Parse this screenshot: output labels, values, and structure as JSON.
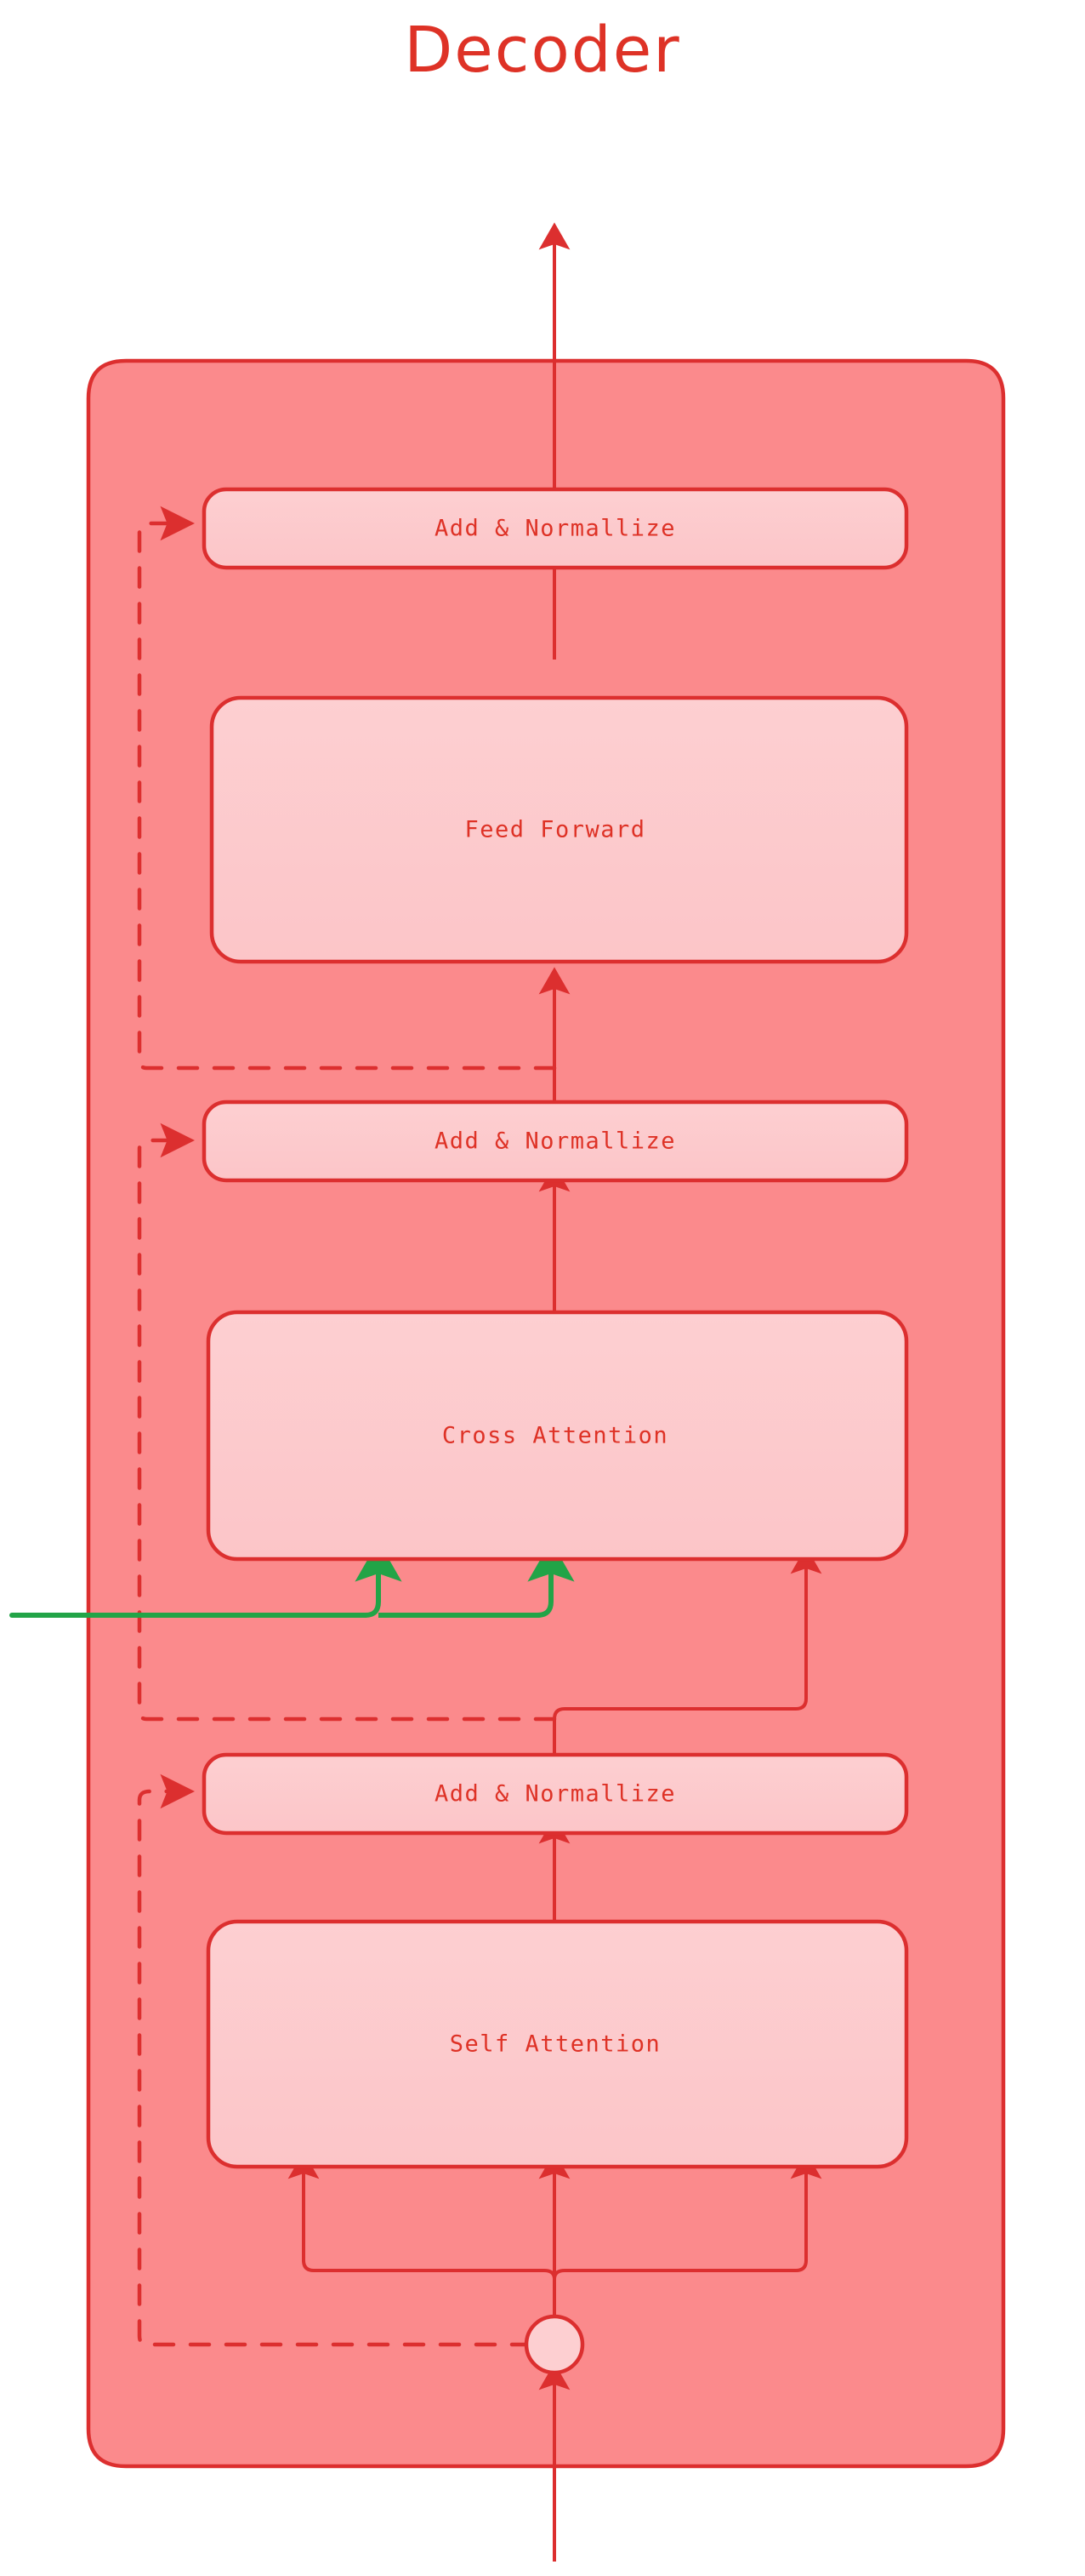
{
  "page": {
    "title": "Decoder",
    "background": "#ffffff"
  },
  "colors": {
    "accent_red": "#DE3226",
    "stroke_red": "#DC2F2F",
    "block_fill": "#FB8A8C",
    "box_fill": "#FDC9CB",
    "arrow_green": "#22A447",
    "title_red": "#DE3226"
  },
  "diagram": {
    "type": "transformer-decoder-block",
    "container_label": "Decoder",
    "blocks": [
      {
        "id": "add-norm-top",
        "label": "Add & Normallize",
        "shape": "rounded-rect",
        "size": "short"
      },
      {
        "id": "feed-forward",
        "label": "Feed Forward",
        "shape": "rounded-rect",
        "size": "tall"
      },
      {
        "id": "add-norm-mid",
        "label": "Add & Normallize",
        "shape": "rounded-rect",
        "size": "short"
      },
      {
        "id": "cross-attention",
        "label": "Cross Attention",
        "shape": "rounded-rect",
        "size": "tall"
      },
      {
        "id": "add-norm-bottom",
        "label": "Add & Normallize",
        "shape": "rounded-rect",
        "size": "short"
      },
      {
        "id": "self-attention",
        "label": "Self Attention",
        "shape": "rounded-rect",
        "size": "tall"
      },
      {
        "id": "input-node",
        "label": "",
        "shape": "circle",
        "size": "node"
      }
    ],
    "connections": [
      {
        "id": "input-arrow",
        "from": "outside-bottom",
        "to": "input-node",
        "style": "solid",
        "color": "#DC2F2F"
      },
      {
        "id": "node-to-self-attn-q",
        "from": "input-node",
        "to": "self-attention",
        "style": "solid",
        "color": "#DC2F2F"
      },
      {
        "id": "node-to-self-attn-k",
        "from": "input-node",
        "to": "self-attention",
        "style": "solid",
        "color": "#DC2F2F"
      },
      {
        "id": "node-to-self-attn-v",
        "from": "input-node",
        "to": "self-attention",
        "style": "solid",
        "color": "#DC2F2F"
      },
      {
        "id": "residual-bottom",
        "from": "input-node",
        "to": "add-norm-bottom",
        "style": "dashed",
        "color": "#DC2F2F"
      },
      {
        "id": "self-attn-to-add-norm",
        "from": "self-attention",
        "to": "add-norm-bottom",
        "style": "solid",
        "color": "#DC2F2F"
      },
      {
        "id": "add-norm-to-cross-attn",
        "from": "add-norm-bottom",
        "to": "cross-attention",
        "style": "solid",
        "color": "#DC2F2F"
      },
      {
        "id": "residual-mid",
        "from": "add-norm-bottom",
        "to": "add-norm-mid",
        "style": "dashed",
        "color": "#DC2F2F"
      },
      {
        "id": "encoder-kv-k",
        "from": "encoder-output",
        "to": "cross-attention",
        "style": "solid",
        "color": "#22A447"
      },
      {
        "id": "encoder-kv-v",
        "from": "encoder-output",
        "to": "cross-attention",
        "style": "solid",
        "color": "#22A447"
      },
      {
        "id": "cross-attn-to-add-norm",
        "from": "cross-attention",
        "to": "add-norm-mid",
        "style": "solid",
        "color": "#DC2F2F"
      },
      {
        "id": "add-norm-to-ff",
        "from": "add-norm-mid",
        "to": "feed-forward",
        "style": "solid",
        "color": "#DC2F2F"
      },
      {
        "id": "residual-top",
        "from": "add-norm-mid",
        "to": "add-norm-top",
        "style": "dashed",
        "color": "#DC2F2F"
      },
      {
        "id": "ff-to-add-norm",
        "from": "feed-forward",
        "to": "add-norm-top",
        "style": "solid",
        "color": "#DC2F2F"
      },
      {
        "id": "output-arrow",
        "from": "add-norm-top",
        "to": "outside-top",
        "style": "solid",
        "color": "#DC2F2F"
      }
    ]
  }
}
